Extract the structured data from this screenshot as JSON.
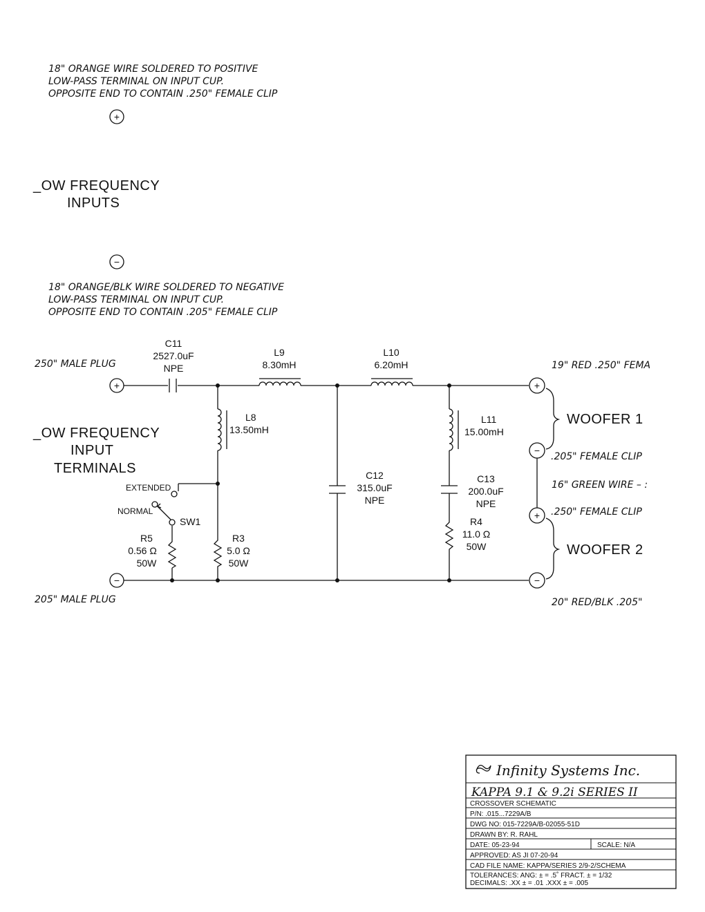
{
  "notes": {
    "top": [
      "18\" ORANGE WIRE SOLDERED TO POSITIVE",
      "LOW-PASS TERMINAL ON INPUT CUP.",
      "OPPOSITE END TO CONTAIN .250\" FEMALE CLIP"
    ],
    "bottom": [
      "18\" ORANGE/BLK WIRE SOLDERED TO NEGATIVE",
      "LOW-PASS TERMINAL ON INPUT CUP.",
      "OPPOSITE END TO CONTAIN .205\" FEMALE CLIP"
    ]
  },
  "inputs": {
    "line1": "_OW FREQUENCY",
    "line2": "INPUTS"
  },
  "terminals_label": {
    "line1": "_OW FREQUENCY",
    "line2": "INPUT",
    "line3": "TERMINALS"
  },
  "symbols": {
    "plus": "+",
    "minus": "−"
  },
  "plugs": {
    "positive": "250\" MALE PLUG",
    "negative": "205\" MALE PLUG"
  },
  "components": {
    "c11": {
      "ref": "C11",
      "value": "2527.0uF",
      "type": "NPE"
    },
    "l9": {
      "ref": "L9",
      "value": "8.30mH"
    },
    "l10": {
      "ref": "L10",
      "value": "6.20mH"
    },
    "l8": {
      "ref": "L8",
      "value": "13.50mH"
    },
    "l11": {
      "ref": "L11",
      "value": "15.00mH"
    },
    "c12": {
      "ref": "C12",
      "value": "315.0uF",
      "type": "NPE"
    },
    "c13": {
      "ref": "C13",
      "value": "200.0uF",
      "type": "NPE"
    },
    "r4": {
      "ref": "R4",
      "value": "11.0 Ω",
      "watt": "50W"
    },
    "r3": {
      "ref": "R3",
      "value": "5.0 Ω",
      "watt": "50W"
    },
    "r5": {
      "ref": "R5",
      "value": "0.56 Ω",
      "watt": "50W"
    },
    "sw1": {
      "ref": "SW1",
      "extended": "EXTENDED",
      "normal": "NORMAL"
    }
  },
  "outputs": {
    "top_wire": "19\" RED .250\" FEMA",
    "woofer1": "WOOFER 1",
    "clip205": ".205\" FEMALE CLIP",
    "green_wire": "16\" GREEN WIRE – :",
    "clip250": ".250\" FEMALE CLIP",
    "woofer2": "WOOFER 2",
    "bottom_wire": "20\" RED/BLK .205\""
  },
  "title_block": {
    "company": "Infinity Systems Inc.",
    "model": "KAPPA 9.1 & 9.2i SERIES II",
    "drawing": "CROSSOVER SCHEMATIC",
    "pn": "P/N: .015...7229A/B",
    "dwg": "DWG NO: 015-7229A/B-02055-51D",
    "drawn": "DRAWN BY:  R. RAHL",
    "date": "DATE:  05-23-94",
    "scale": "SCALE:  N/A",
    "approved": "APPROVED: AS  JI    07-20-94",
    "cad": "CAD FILE NAME: KAPPA/SERIES 2/9-2/SCHEMA",
    "tol1": "TOLERANCES:  ANG:  ±  =  .5˚   FRACT.  ±  =  1/32",
    "tol2": "DECIMALS:  .XX  ±  =  .01     .XXX  ±  =  .005"
  }
}
